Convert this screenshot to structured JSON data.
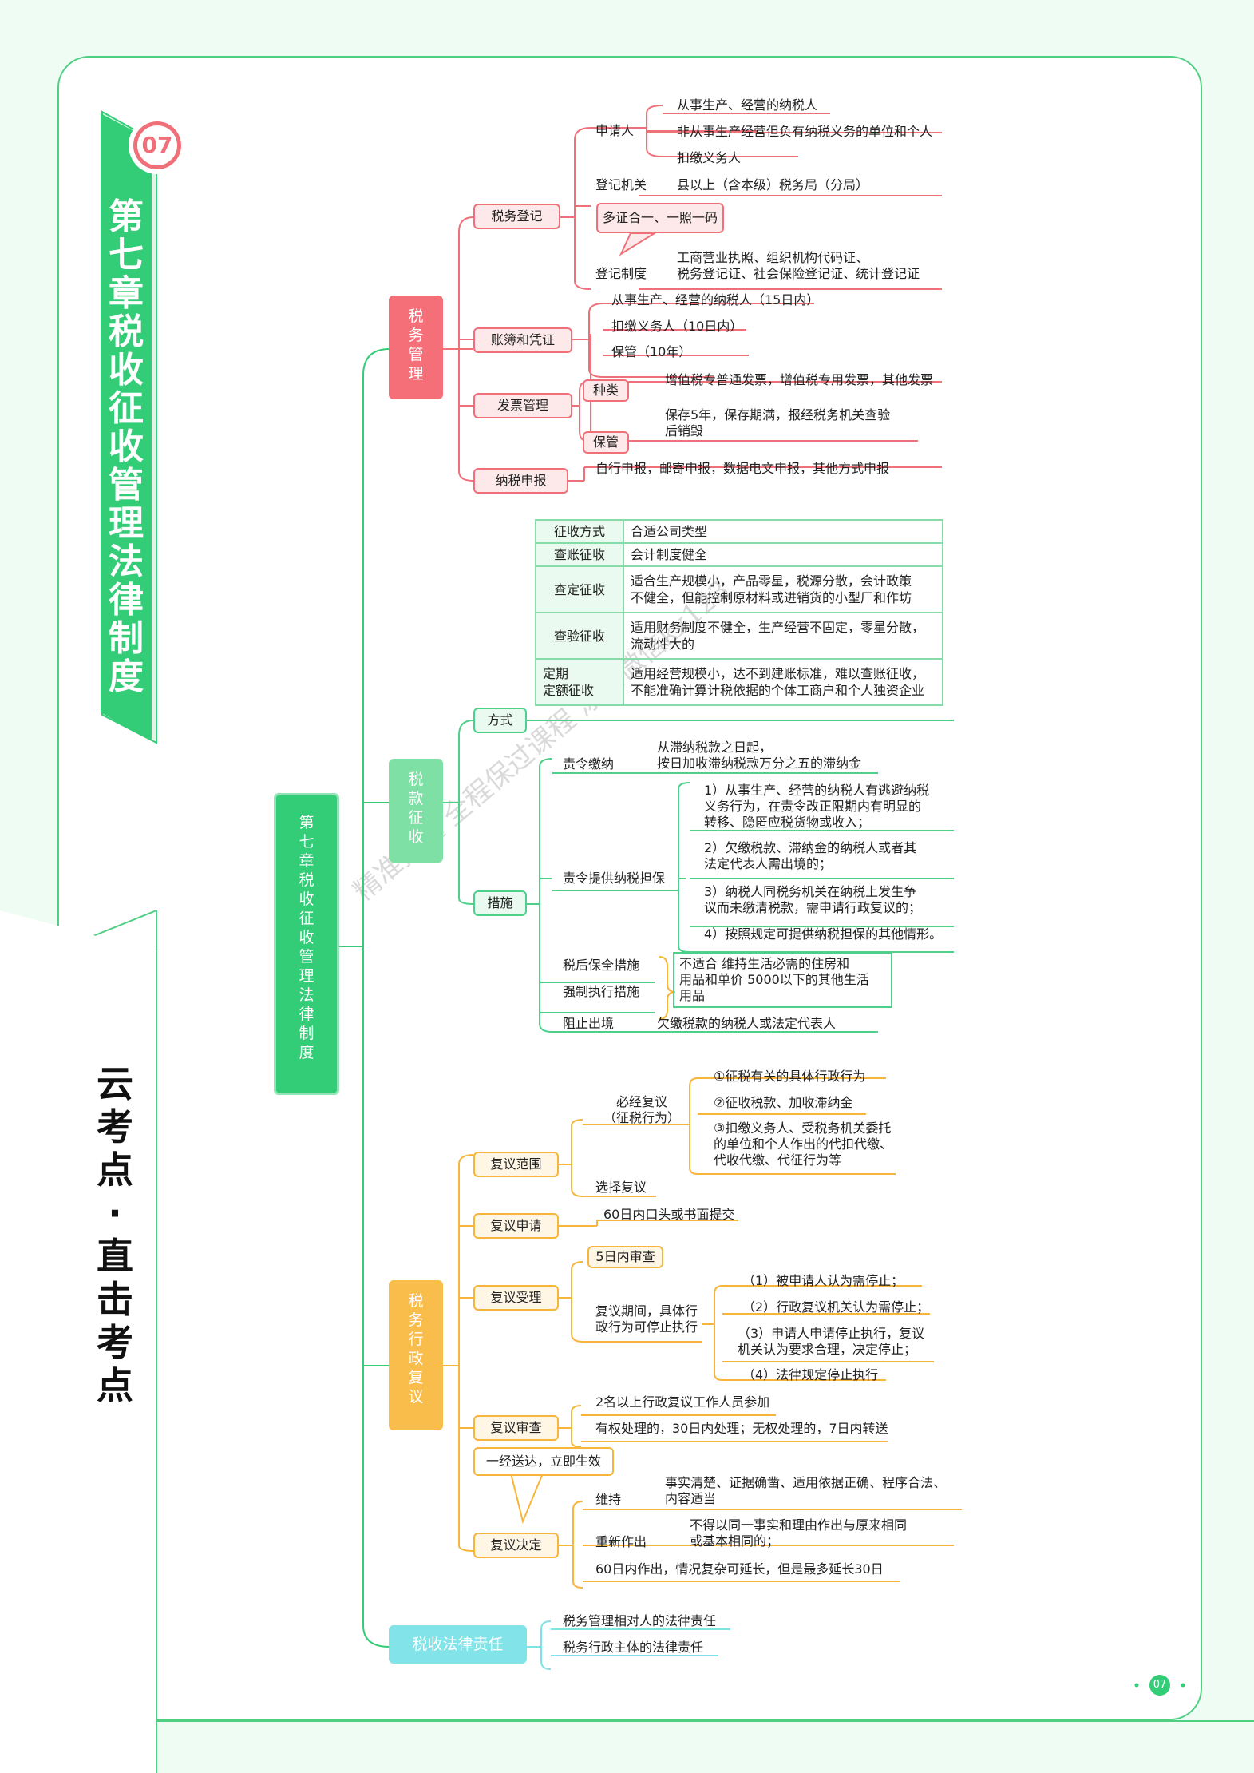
{
  "chapter_no": "07",
  "chapter_title": "第七章 税收征收管理法律制度",
  "series_title": "云考点·直击考点",
  "root": "第七章 税收征收管理法律制度",
  "watermark": "精准押题 全程保过课程 添加微信kx123",
  "page_no": "07",
  "tax_management": {
    "label": "税务管理",
    "registration": {
      "label": "税务登记",
      "applicant_label": "申请人",
      "applicants": [
        "从事生产、经营的纳税人",
        "非从事生产经营但负有纳税义务的单位和个人",
        "扣缴义务人"
      ],
      "authority_label": "登记机关",
      "authority": "县以上（含本级）税务局（分局）",
      "system_label": "登记制度",
      "callout": "多证合一、一照一码",
      "system": "工商营业执照、组织机构代码证、\n税务登记证、社会保险登记证、统计登记证"
    },
    "books": {
      "label": "账簿和凭证",
      "items": [
        "从事生产、经营的纳税人（15日内）",
        "扣缴义务人（10日内）",
        "保管（10年）"
      ]
    },
    "invoice": {
      "label": "发票管理",
      "kind_label": "种类",
      "kinds": "增值税专普通发票，增值税专用发票，其他发票",
      "keep_label": "保管",
      "keep": "保存5年，保存期满，报经税务机关查验\n后销毁"
    },
    "filing": {
      "label": "纳税申报",
      "items": "自行申报，邮寄申报，数据电文申报，其他方式申报"
    }
  },
  "tax_collection": {
    "label": "税款征收",
    "methods_label": "方式",
    "methods_table": [
      {
        "k": "征收方式",
        "v": "合适公司类型"
      },
      {
        "k": "查账征收",
        "v": "会计制度健全"
      },
      {
        "k": "查定征收",
        "v": "适合生产规模小，产品零星，税源分散，会计政策\n不健全，但能控制原材料或进销货的小型厂和作坊"
      },
      {
        "k": "查验征收",
        "v": "适用财务制度不健全，生产经营不固定，零星分散，\n流动性大的"
      },
      {
        "k": "定期\n定额征收",
        "v": "适用经营规模小，达不到建账标准，难以查账征收，\n不能准确计算计税依据的个体工商户和个人独资企业"
      }
    ],
    "measures_label": "措施",
    "order_pay_label": "责令缴纳",
    "order_pay": "从滞纳税款之日起，\n按日加收滞纳税款万分之五的滞纳金",
    "guarantee_label": "责令提供纳税担保",
    "guarantee_items": [
      "1）从事生产、经营的纳税人有逃避纳税\n义务行为，在责令改正限期内有明显的\n转移、隐匿应税货物或收入；",
      "2）欠缴税款、滞纳金的纳税人或者其\n法定代表人需出境的；",
      "3）纳税人同税务机关在纳税上发生争\n议而未缴清税款，需申请行政复议的；",
      "4）按照规定可提供纳税担保的其他情形。"
    ],
    "preserve_label": "税后保全措施",
    "enforce_label": "强制执行措施",
    "not_apply": "不适合    维持生活必需的住房和\n用品和单价 5000以下的其他生活\n用品",
    "exit_label": "阻止出境",
    "exit": "欠缴税款的纳税人或法定代表人"
  },
  "admin_review": {
    "label": "税务行政复议",
    "scope": {
      "label": "复议范围",
      "must_label": "必经复议\n（征税行为）",
      "must_items": [
        "①征税有关的具体行政行为",
        "②征收税款、加收滞纳金",
        "③扣缴义务人、受税务机关委托\n的单位和个人作出的代扣代缴、\n代收代缴、代征行为等"
      ],
      "choose_label": "选择复议"
    },
    "apply": {
      "label": "复议申请",
      "text": "60日内口头或书面提交"
    },
    "accept": {
      "label": "复议受理",
      "days": "5日内审查",
      "stop_label": "复议期间，具体行\n政行为可停止执行",
      "stop_items": [
        "（1）被申请人认为需停止；",
        "（2）行政复议机关认为需停止；",
        "（3）申请人申请停止执行，复议\n机关认为要求合理，决定停止；",
        "（4）法律规定停止执行"
      ]
    },
    "review": {
      "label": "复议审查",
      "items": [
        "2名以上行政复议工作人员参加",
        "有权处理的，30日内处理；无权处理的，7日内转送"
      ]
    },
    "decision": {
      "label": "复议决定",
      "callout": "一经送达，立即生效",
      "keep_label": "维持",
      "keep": "事实清楚、证据确凿、适用依据正确、程序合法、\n内容适当",
      "redo_label": "重新作出",
      "redo": "不得以同一事实和理由作出与原来相同\n或基本相同的；",
      "time": "60日内作出，情况复杂可延长，但是最多延长30日"
    }
  },
  "legal_liability": {
    "label": "税收法律责任",
    "items": [
      "税务管理相对人的法律责任",
      "税务行政主体的法律责任"
    ]
  },
  "colors": {
    "green": "#33cc77",
    "pink": "#f0707a",
    "orange": "#f7b53c",
    "cyan": "#7fe3e6"
  }
}
